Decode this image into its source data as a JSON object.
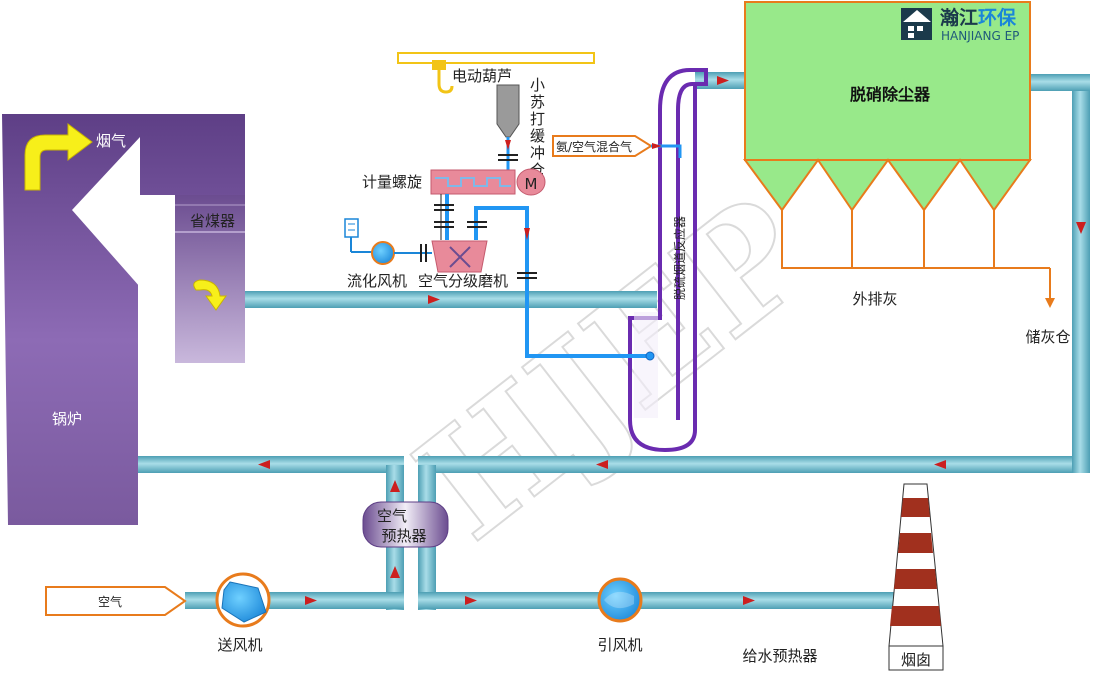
{
  "labels": {
    "boiler": "锅炉",
    "flue_gas": "烟气",
    "economizer": "省煤器",
    "hoist": "电动葫芦",
    "silo_lines": [
      "小",
      "苏",
      "打",
      "缓",
      "冲",
      "仓"
    ],
    "meter_screw": "计量螺旋",
    "motor": "M",
    "fluid_fan": "流化风机",
    "mill": "空气分级磨机",
    "ammonia": "氨/空气混合气",
    "reactor": "脱硫烟道反应器",
    "collector": "脱硝除尘器",
    "ash_out": "外排灰",
    "ash_silo": "储灰仓",
    "preheater_line1": "空气",
    "preheater_line2": "预热器",
    "air": "空气",
    "supply_fan": "送风机",
    "induced_fan": "引风机",
    "water_preheater": "给水预热器",
    "chimney": "烟囱"
  },
  "logo": {
    "name_part1": "瀚江",
    "name_part2": "环保",
    "sub": "HANJIANG EP"
  },
  "watermark": "HJEP",
  "colors": {
    "pipe": "#7fc4d4",
    "pipe_edge": "#4d9fb4",
    "arrow": "#cc1f1f",
    "boiler": "#7a5a9e",
    "collector": "#98e98a",
    "orange": "#e87b1c",
    "purple_line": "#6a2bb0",
    "blue_line": "#2196f3",
    "chimney_red": "#a1301e"
  }
}
